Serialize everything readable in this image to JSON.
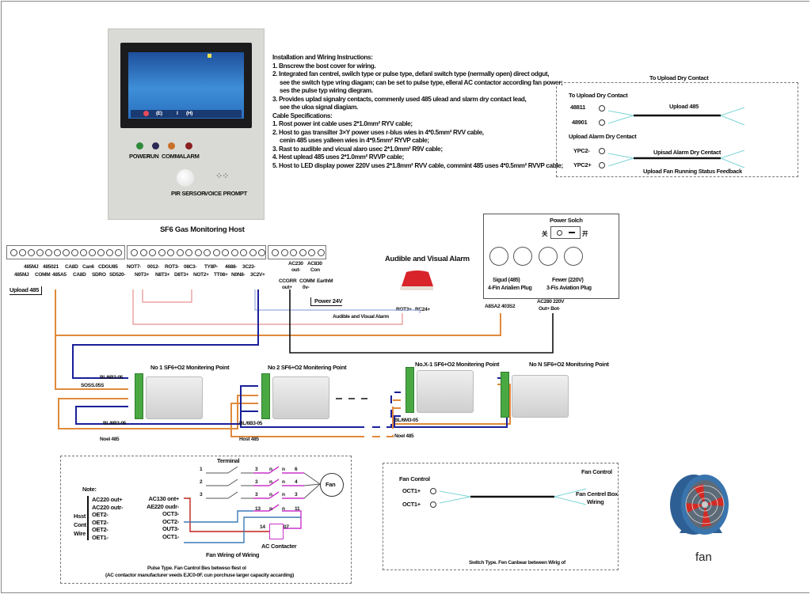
{
  "host": {
    "caption": "SF6 Gas Monitoring Host",
    "leds": [
      {
        "label": "POWER",
        "color": "#2e8b3a"
      },
      {
        "label": "RUN",
        "color": "#2a2a55"
      },
      {
        "label": "COMM",
        "color": "#c8702a"
      },
      {
        "label": "ALARM",
        "color": "#8a2020"
      }
    ],
    "pir_label": "PIR SERSOR",
    "voice_label": "VOICE PROMPT",
    "screen_status": [
      "(E)",
      "I",
      "(H)"
    ]
  },
  "instructions": {
    "title": "Installation and Wiring Instructions:",
    "items": [
      "1. Bnscrew the bost cover for wiring.",
      "2. Integrated fan centrel, swilch type or pulse type, defanl switch type (nermally open) direct odgut,",
      "see the switch type vring diagam; can be set to pulse type, elleral AC contactor according fan power;",
      "ses the pulse typ wiring diegram.",
      "3. Provides uplad signalry centacts, commenly used 485 ulead and slarm dry contact lead,",
      "see the uloa signal diagiam."
    ],
    "cable_title": "Cable Specifications:",
    "cable_items": [
      "1. Rost power int cable uses 2*1.0mm² RYV cable;",
      "2. Host to gas transilter 3×Y power uses r-blus wies in 4*0.5mm² RVV cable,",
      "cenin 485 uses yalleen wies in 4*9.5mm² RYVP cable;",
      "3. Rast to audible and vicual alaro usec 2*1.0mm² R9V cable;",
      "4. Hest uplead 485 uses 2*1.0mm² RVVP cable;",
      "5. Host to LED display power 220V uses 2*1.8mm² RVV cable, commint 485 uses 4*0.5mm² RVVP cable;"
    ]
  },
  "upload_box": {
    "outer_title": "To Upload Dry Contact",
    "inner_title": "To Upload Dry Contact",
    "pins_485": [
      "48811",
      "48901"
    ],
    "line_485": "Upload 485",
    "alarm_title": "Upload Alarm Dry Centact",
    "pins_alarm": [
      "YPC2-",
      "YPC2+"
    ],
    "line_alarm": "Upisad Alarm Dry Centact",
    "footer": "Upload Fan Running Status Feedback"
  },
  "strips": {
    "strip1_top": [
      "485MJ",
      "485021",
      "CA8D",
      "Can6",
      "CDGU85"
    ],
    "strip1_bottom": [
      "485MJ",
      "COMM",
      "485A5",
      "CA8D",
      "SDRO",
      "SD520-"
    ],
    "strip2_top": [
      "NOT7-",
      "0012-",
      "ROT3-",
      "08C3-",
      "TY8P-",
      "4688-",
      "3C23-"
    ],
    "strip2_bottom": [
      "N0T3+",
      "N8T3+",
      "D8T3+",
      "NOT2+",
      "TT08+",
      "N0N8-",
      "3C2V+"
    ],
    "strip3_top": [
      "AC230",
      "out-",
      "AC830",
      "Con"
    ],
    "strip3_bottom": [
      "CCGRR",
      "out+",
      "COMM",
      "0v-",
      "EarthM"
    ],
    "upload_label": "Upload 485",
    "power_label": "Power 24V"
  },
  "alarm": {
    "title": "Audible and Visual Alarm",
    "pins": [
      "ROT3+",
      "RC24+"
    ],
    "wire_label": "Audible and Visual Alarm"
  },
  "power_panel": {
    "switch_title": "Power Solch",
    "switch_off": "关",
    "switch_on": "开",
    "signal_plug": "Sigud (485)",
    "signal_plug_sub": "4-Fin Arialien Plug",
    "power_plug": "Fewer (220V)",
    "power_plug_sub": "3-Fis Aviation Plug",
    "signal_pins": "A8SA2  403S2",
    "power_pins_top": "AC280  220V",
    "power_pins_bottom": "Out+  Bot-"
  },
  "monitors": [
    {
      "title": "No 1 SF6+O2 Monitering Point",
      "wire_top": "SOSS.05S",
      "wire_label": "Noel 485",
      "blue_label": "BL/6B3-05"
    },
    {
      "title": "No 2 SF6+O2 Monitering Point",
      "wire_label": "Host 485",
      "blue_label": "BL/6B3-05"
    },
    {
      "title": "No.X-1 SF6+O2 Monitering Point",
      "wire_label": "Noel 485",
      "blue_label": "BL/6M3-05"
    },
    {
      "title": "No N SF6+O2 Monitsring Point"
    }
  ],
  "pulse_box": {
    "note_title": "Note:",
    "side_label": [
      "Hsst",
      "Cont",
      "Wire"
    ],
    "note_items": [
      "AC220 out+",
      "AC220 outr-",
      "OET2-",
      "OET2-",
      "OET2-",
      "OET1-"
    ],
    "terminal_title": "Terminal",
    "terminal_rows": [
      {
        "in": "1",
        "a": "3",
        "b": "n",
        "c": "n",
        "out": "6"
      },
      {
        "in": "2",
        "a": "3",
        "b": "n",
        "c": "n",
        "out": "4"
      },
      {
        "in": "3",
        "a": "3",
        "b": "n",
        "c": "n",
        "out": "3"
      },
      {
        "in": "",
        "a": "13",
        "b": "n",
        "c": "n",
        "out": "11"
      }
    ],
    "fan_label": "Fan",
    "host_pins": [
      "AC130 ont+",
      "AE220 oudr-",
      "OCT3-",
      "OCT2-",
      "OUT3-",
      "OCT1-"
    ],
    "contactor_left": "14",
    "contactor_right": "07",
    "contactor_label": "AC Contacter",
    "wiring_title": "Fan Wiring of Wiring",
    "footer1": "Pulse Type. Fan Cantrol Bes betweso flest ol",
    "footer2": "(AC contactor manufacturer veeds EJC0-0F. cun porchuse larger capacity accarding)"
  },
  "switch_box": {
    "left_title": "Fan Control",
    "pins": [
      "OCT1+",
      "OCT1+"
    ],
    "right_title": "Fan Control",
    "right_label1": "Fan Centrel Box",
    "right_label2": "Wiring",
    "footer": "Switch Type. Fen Canbear between Wirig of"
  },
  "fan": {
    "label": "fan"
  },
  "colors": {
    "orange": "#e08a3c",
    "blue": "#1a1f9a",
    "pink": "#e89090",
    "cyan": "#7fd6d6",
    "magenta": "#cc33cc",
    "red": "#c0201a",
    "steel": "#3b7ab8"
  }
}
